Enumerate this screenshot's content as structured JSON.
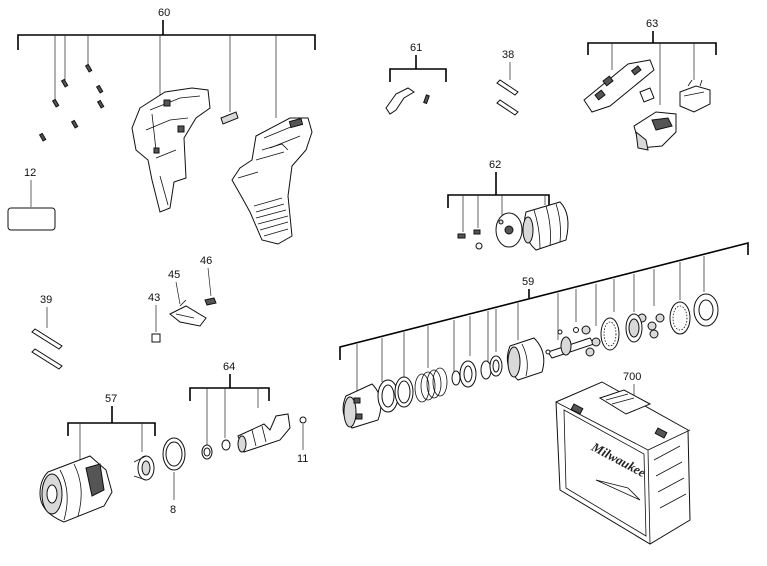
{
  "labels": {
    "p60": "60",
    "p61": "61",
    "p38": "38",
    "p63": "63",
    "p12": "12",
    "p62": "62",
    "p45": "45",
    "p46": "46",
    "p39": "39",
    "p43": "43",
    "p59": "59",
    "p700": "700",
    "p64": "64",
    "p57": "57",
    "p11": "11",
    "p8": "8"
  },
  "case_logo": "Milwaukee"
}
